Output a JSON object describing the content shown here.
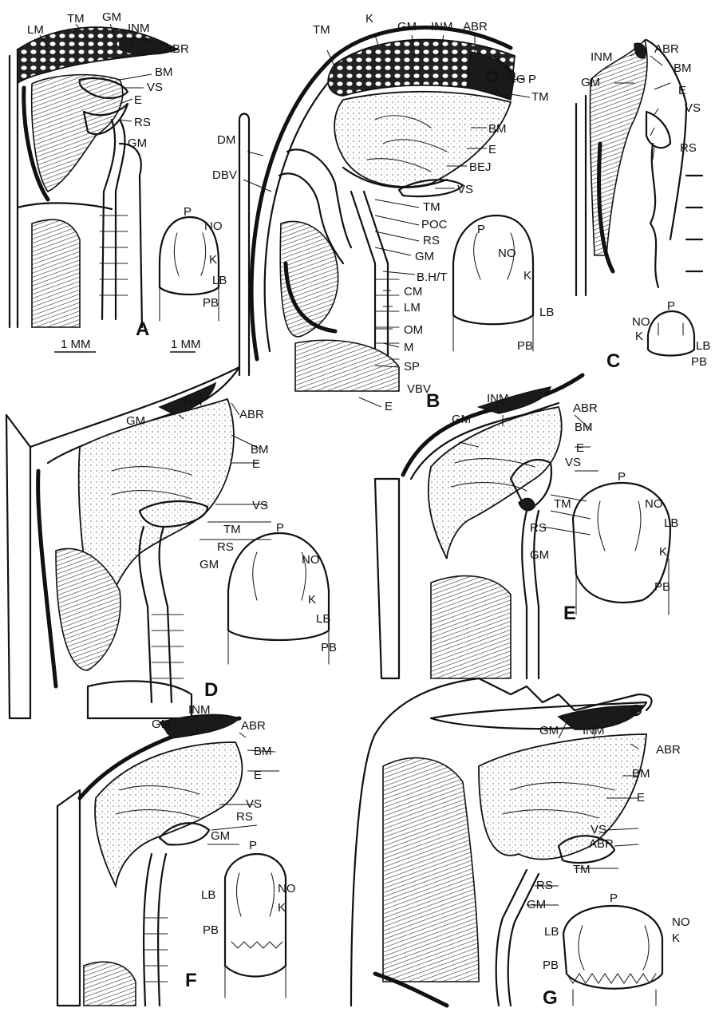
{
  "figure": {
    "panels": [
      {
        "id": "A",
        "labels": [
          "LM",
          "TM",
          "GM",
          "INM",
          "ABR",
          "BM",
          "VS",
          "E",
          "RS",
          "GM"
        ],
        "inset_labels": [
          "P",
          "NO",
          "K",
          "LB",
          "PB"
        ]
      },
      {
        "id": "B",
        "labels": [
          "TM",
          "K",
          "GM",
          "INM",
          "ABR",
          "CG",
          "P",
          "TM",
          "BM",
          "E",
          "BEJ",
          "VS",
          "DM",
          "DBV",
          "TM",
          "POC",
          "RS",
          "GM",
          "B.H/T",
          "CM",
          "LM",
          "OM",
          "M",
          "SP",
          "VBV",
          "E"
        ],
        "inset_labels": [
          "P",
          "NO",
          "K",
          "LB",
          "PB"
        ]
      },
      {
        "id": "C",
        "labels": [
          "INM",
          "ABR",
          "GM",
          "BM",
          "E",
          "VS",
          "RS"
        ],
        "inset_labels": [
          "P",
          "NO",
          "K",
          "LB",
          "PB"
        ]
      },
      {
        "id": "D",
        "labels": [
          "INM",
          "GM",
          "ABR",
          "BM",
          "E",
          "VS",
          "TM",
          "RS",
          "GM"
        ],
        "inset_labels": [
          "P",
          "NO",
          "K",
          "LB",
          "PB"
        ]
      },
      {
        "id": "E",
        "labels": [
          "INM",
          "GM",
          "ABR",
          "BM",
          "E",
          "VS",
          "TM",
          "RS",
          "GM"
        ],
        "inset_labels": [
          "P",
          "NO",
          "LB",
          "K",
          "PB"
        ]
      },
      {
        "id": "F",
        "labels": [
          "GM",
          "INM",
          "ABR",
          "BM",
          "E",
          "VS",
          "RS",
          "GM"
        ],
        "inset_labels": [
          "P",
          "NO",
          "LB",
          "K",
          "PB"
        ]
      },
      {
        "id": "G",
        "labels": [
          "GM",
          "INM",
          "ABR",
          "BM",
          "E",
          "VS",
          "ABR",
          "TM",
          "RS",
          "GM"
        ],
        "inset_labels": [
          "P",
          "NO",
          "LB",
          "K",
          "PB"
        ]
      }
    ],
    "scale_bars": [
      "1 MM",
      "1 MM"
    ]
  }
}
